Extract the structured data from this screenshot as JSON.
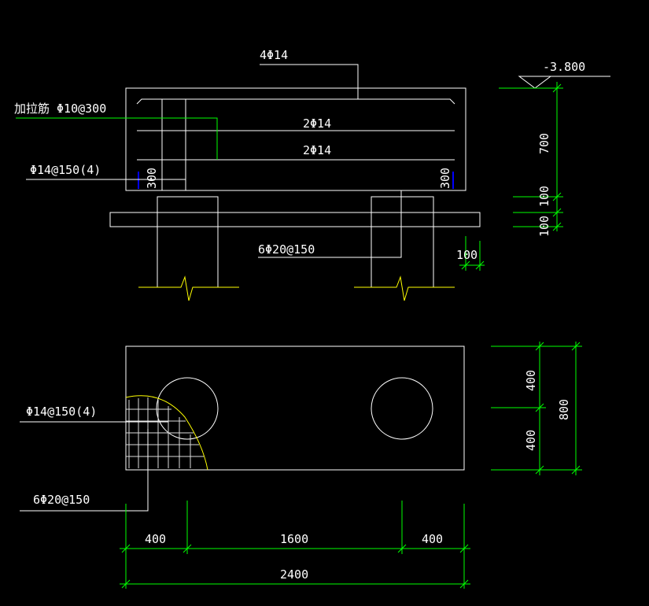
{
  "colors": {
    "background": "#000000",
    "outline": "#ffffff",
    "dimension": "#00ff00",
    "break_line": "#ffff00",
    "section_mark": "#0000ff",
    "hatch": "#dddddd"
  },
  "elevation": {
    "level": "-3.800"
  },
  "section": {
    "top_bars": "4Φ14",
    "tie_bars": "加拉筋  Φ10@300",
    "middle_bars_1": "2Φ14",
    "middle_bars_2": "2Φ14",
    "stirrups": "Φ14@150(4)",
    "left_mark": "300",
    "right_mark": "300",
    "bottom_bars": "6Φ20@150"
  },
  "section_dims": {
    "depth": "700",
    "step_1": "100",
    "step_2": "100",
    "offset": "100"
  },
  "plan": {
    "stirrups": "Φ14@150(4)",
    "bottom_bars": "6Φ20@150"
  },
  "plan_dims": {
    "half_1": "400",
    "half_2": "400",
    "width": "800",
    "left": "400",
    "middle": "1600",
    "right": "400",
    "total": "2400"
  },
  "icons": {
    "elevation_marker": "elevation-triangle-icon",
    "break_line": "column-break-icon"
  }
}
